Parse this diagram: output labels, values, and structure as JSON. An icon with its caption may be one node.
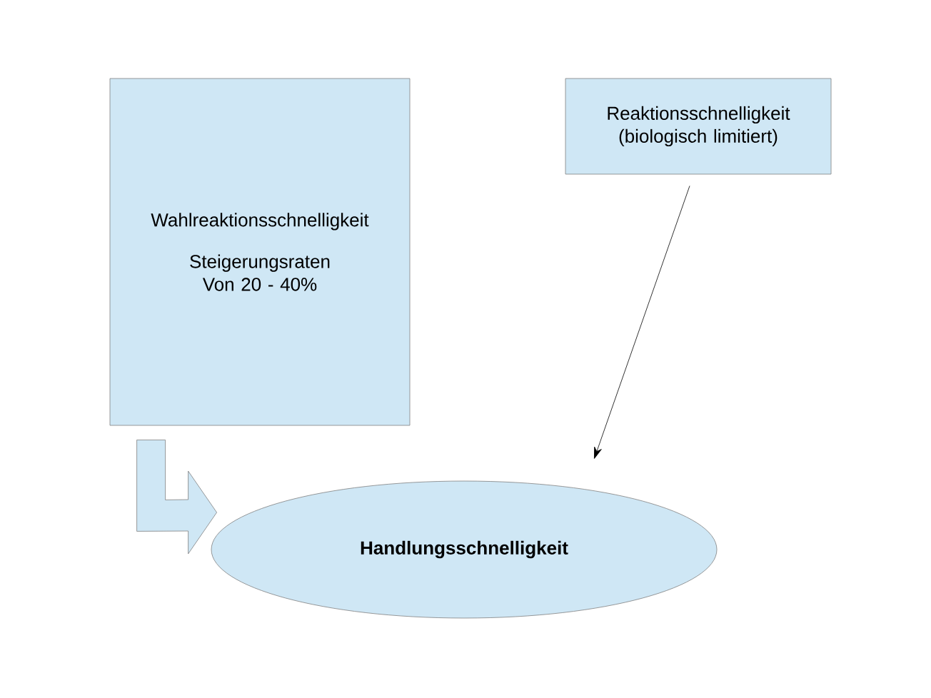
{
  "diagram": {
    "nodes": [
      {
        "text": [
          "Wahlreaktionsschnelligkeit",
          "Steigerungsraten Von 20 - 40%"
        ]
      },
      {
        "text": [
          "Reaktionsschnelligkeit (biologisch limitiert)"
        ]
      },
      {
        "text": [
          "Handlungsschnelligkeit"
        ]
      }
    ],
    "edges": [
      {
        "from": 0,
        "to": 2,
        "arrow": "to",
        "style": "thick"
      },
      {
        "from": 1,
        "to": 2,
        "arrow": "to"
      }
    ]
  }
}
